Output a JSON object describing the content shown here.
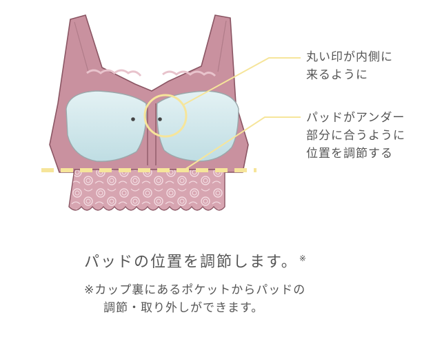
{
  "annotations": {
    "circle_note": {
      "line1": "丸い印が内側に",
      "line2": "来るように"
    },
    "underband_note": {
      "line1": "パッドがアンダー",
      "line2": "部分に合うように",
      "line3": "位置を調節する"
    }
  },
  "caption": {
    "title": "パッドの位置を調節します。",
    "title_mark": "※",
    "note_line1": "※カップ裏にあるポケットからパッドの",
    "note_line2": "調節・取り外しができます。"
  },
  "colors": {
    "bra_fabric": "#c9919f",
    "bra_outline": "#8a5563",
    "pad_fill": "#cfe6ea",
    "lace": "#d7a5b1",
    "guide_yellow": "#f6e59a"
  },
  "icons": {
    "pad_marker": "dot",
    "lace_pattern": "rose-lace"
  }
}
